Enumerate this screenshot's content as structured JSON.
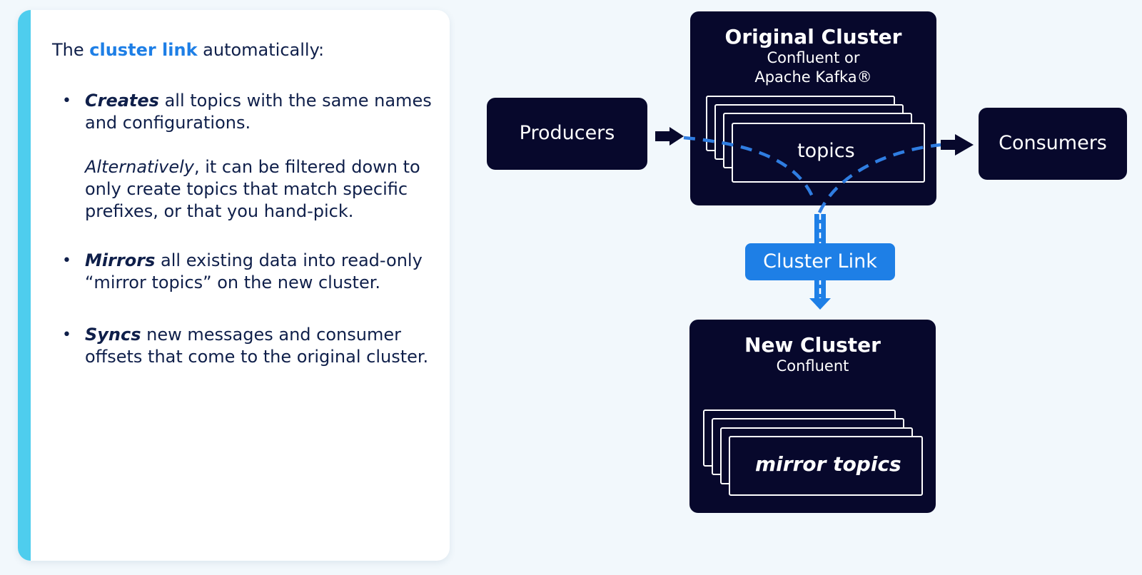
{
  "colors": {
    "accent_bar": "#4ecdee",
    "highlight": "#1e7fe6",
    "node_bg": "#07082c",
    "text": "#0f1f4a",
    "page_bg": "#f2f8fc"
  },
  "panel": {
    "intro_before": "The ",
    "intro_highlight": "cluster link",
    "intro_after": " automatically:",
    "points": [
      {
        "bullet": "•",
        "keyword": "Creates",
        "text": " all topics with the same names and configurations.",
        "alt_keyword": "Alternatively",
        "alt_text": ", it can be filtered down to only create topics that match specific prefixes, or that you hand-pick."
      },
      {
        "bullet": "•",
        "keyword": "Mirrors",
        "text": " all existing data into read-only “mirror topics” on the new cluster."
      },
      {
        "bullet": "•",
        "keyword": "Syncs",
        "text": " new messages and consumer offsets that come to the original cluster."
      }
    ]
  },
  "diagram": {
    "producers": "Producers",
    "consumers": "Consumers",
    "original_cluster": {
      "title": "Original Cluster",
      "subtitle_line1": "Confluent or",
      "subtitle_line2": "Apache Kafka®",
      "topics_label": "topics"
    },
    "cluster_link": "Cluster Link",
    "new_cluster": {
      "title": "New Cluster",
      "subtitle": "Confluent",
      "topics_label": "mirror topics"
    }
  }
}
